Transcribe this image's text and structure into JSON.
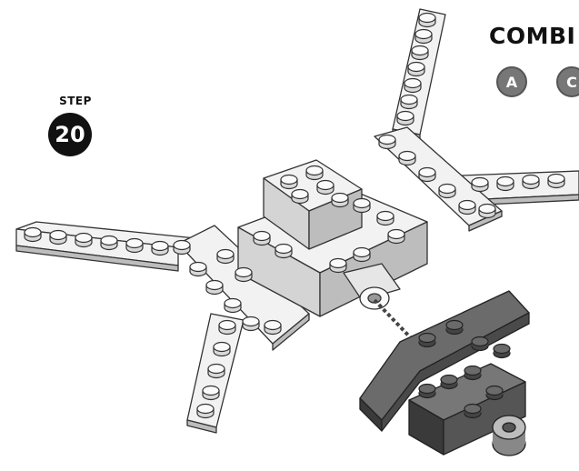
{
  "step": {
    "label": "STEP",
    "number": "20"
  },
  "heading": "COMBI",
  "chips": [
    {
      "letter": "A"
    },
    {
      "letter": "C"
    }
  ]
}
